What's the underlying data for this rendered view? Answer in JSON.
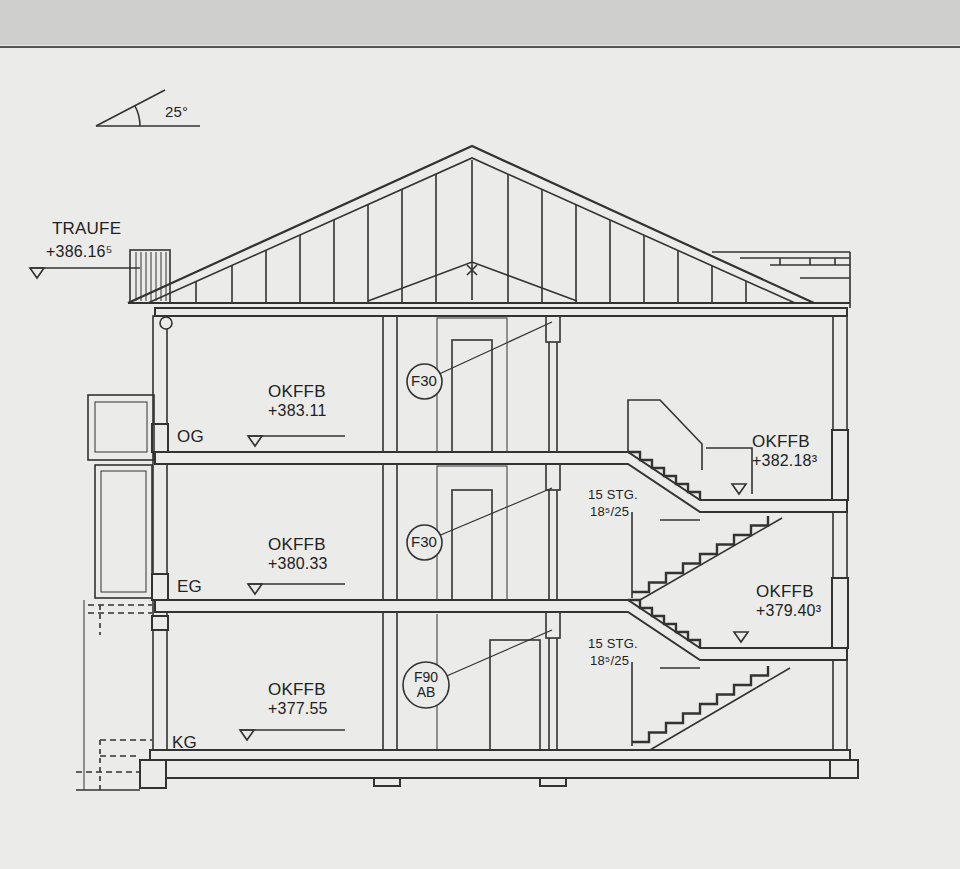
{
  "diagram": {
    "nodes": [
      {
        "text": [
          "F30"
        ]
      },
      {
        "text": [
          "F30"
        ]
      },
      {
        "text": [
          "F90 AB"
        ]
      }
    ],
    "labels": [
      "25°",
      "TRAUFE",
      "+386.16⁵",
      "OKFFB",
      "+383.11",
      "OG",
      "OKFFB",
      "+382.18³",
      "15 STG.",
      "18⁵/25",
      "OKFFB",
      "+380.33",
      "EG",
      "OKFFB",
      "+379.40³",
      "15 STG.",
      "18⁵/25",
      "OKFFB",
      "+377.55",
      "KG"
    ]
  }
}
